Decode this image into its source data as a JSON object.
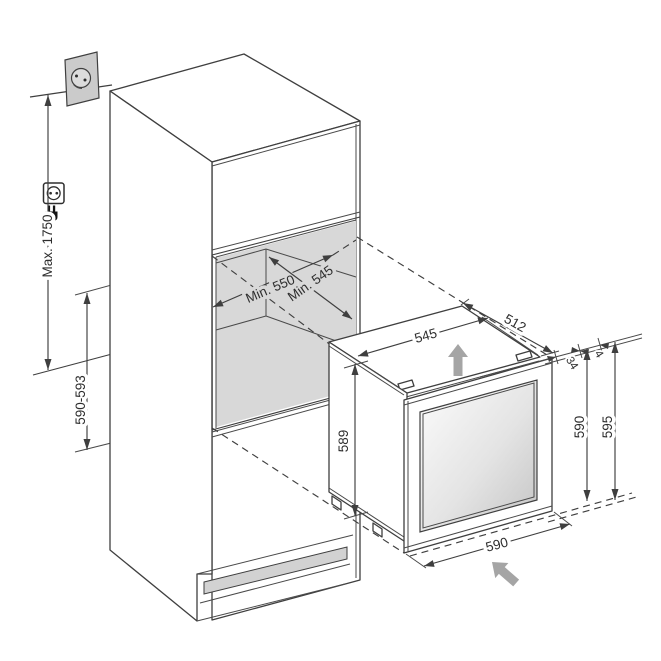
{
  "diagram": {
    "labels": {
      "socket_max_height": "Max. 1750",
      "niche_height": "590-593",
      "niche_depth_min": "Min. 550",
      "niche_width_min": "Min. 545",
      "appliance_top_width": "545",
      "appliance_top_depth": "512",
      "appliance_side_height": "589",
      "front_frame_depth": "34",
      "front_gap": "4",
      "front_height": "590",
      "overall_height": "595",
      "front_width": "590"
    },
    "icons": {
      "wall_socket": "schuko-wall-socket",
      "outlet": "socket-outlet",
      "plug": "power-plug",
      "insert_up": "arrow-up",
      "insert_in": "arrow-up-left"
    },
    "colors": {
      "line": "#3f3f3f",
      "niche_fill": "#d8d8d8",
      "plinth_fill": "#d2d2d2",
      "socket_plate_fill": "#cbcbcb",
      "socket_face_fill": "#dcdcdc",
      "glass_light": "#fbfbfb",
      "glass_dark": "#c3c3c3",
      "arrow_gray": "#a5a5a5",
      "background": "#ffffff"
    }
  }
}
